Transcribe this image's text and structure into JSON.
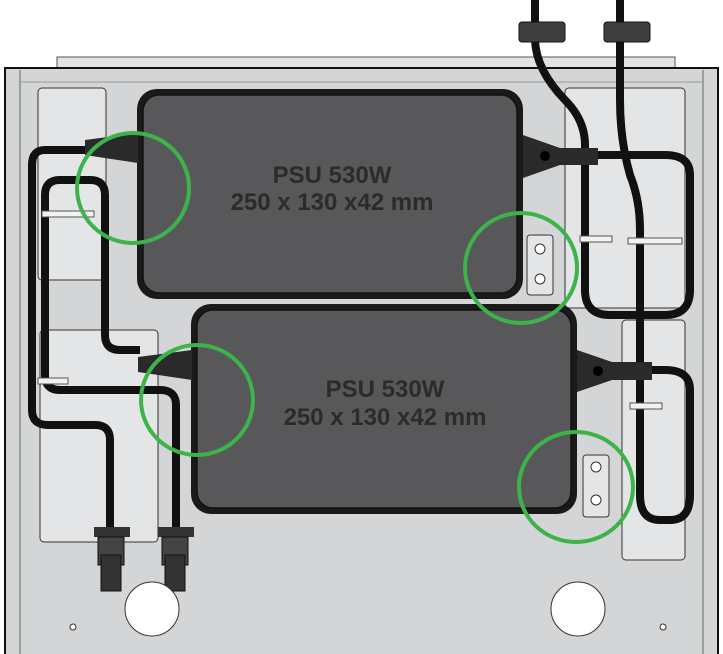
{
  "psus": [
    {
      "title": "PSU 530W",
      "dimensions": "250 x 130 x42 mm"
    },
    {
      "title": "PSU 530W",
      "dimensions": "250 x 130 x42 mm"
    }
  ],
  "colors": {
    "chassis": "#d3d4d6",
    "psu_body": "#58585a",
    "cable": "#111111",
    "highlight": "#3cb44b"
  }
}
